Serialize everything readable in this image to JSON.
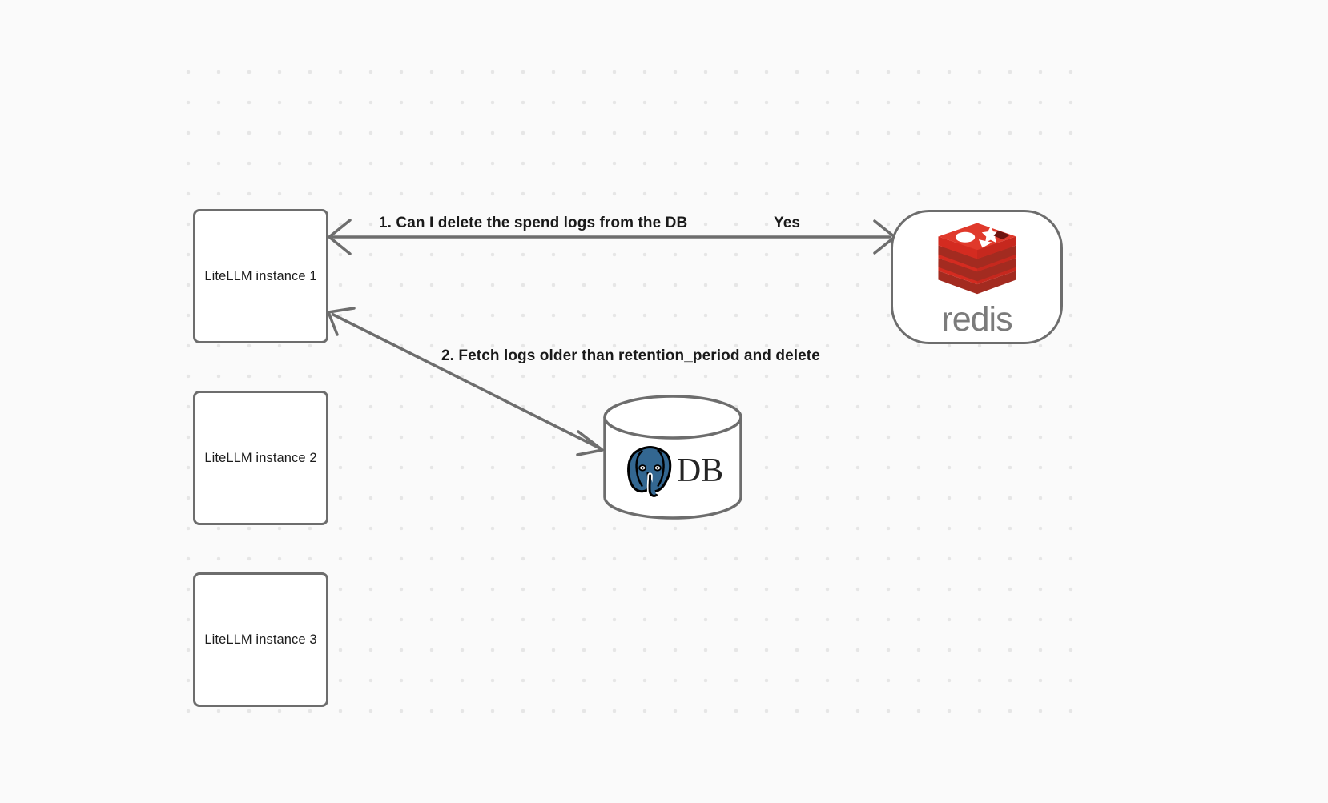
{
  "canvas": {
    "background_color": "#fafafa",
    "grid_dot_color": "#e6e6e6",
    "stroke_color": "#6d6d6d"
  },
  "nodes": [
    {
      "id": "litellm-1",
      "label": "LiteLLM instance 1"
    },
    {
      "id": "litellm-2",
      "label": "LiteLLM instance 2"
    },
    {
      "id": "litellm-3",
      "label": "LiteLLM instance 3"
    },
    {
      "id": "redis",
      "label": "redis",
      "accent_color": "#d42b20"
    },
    {
      "id": "db",
      "label": "DB",
      "accent_color": "#336791"
    }
  ],
  "edges": [
    {
      "id": "edge-redis-reply",
      "from": "redis",
      "to": "litellm-1",
      "label": "1.  Can I delete the spend logs from the DB",
      "secondary_label": "Yes"
    },
    {
      "id": "edge-db-fetch",
      "from": "db",
      "to": "litellm-1",
      "label": "2.  Fetch logs older than retention_period and delete"
    }
  ]
}
